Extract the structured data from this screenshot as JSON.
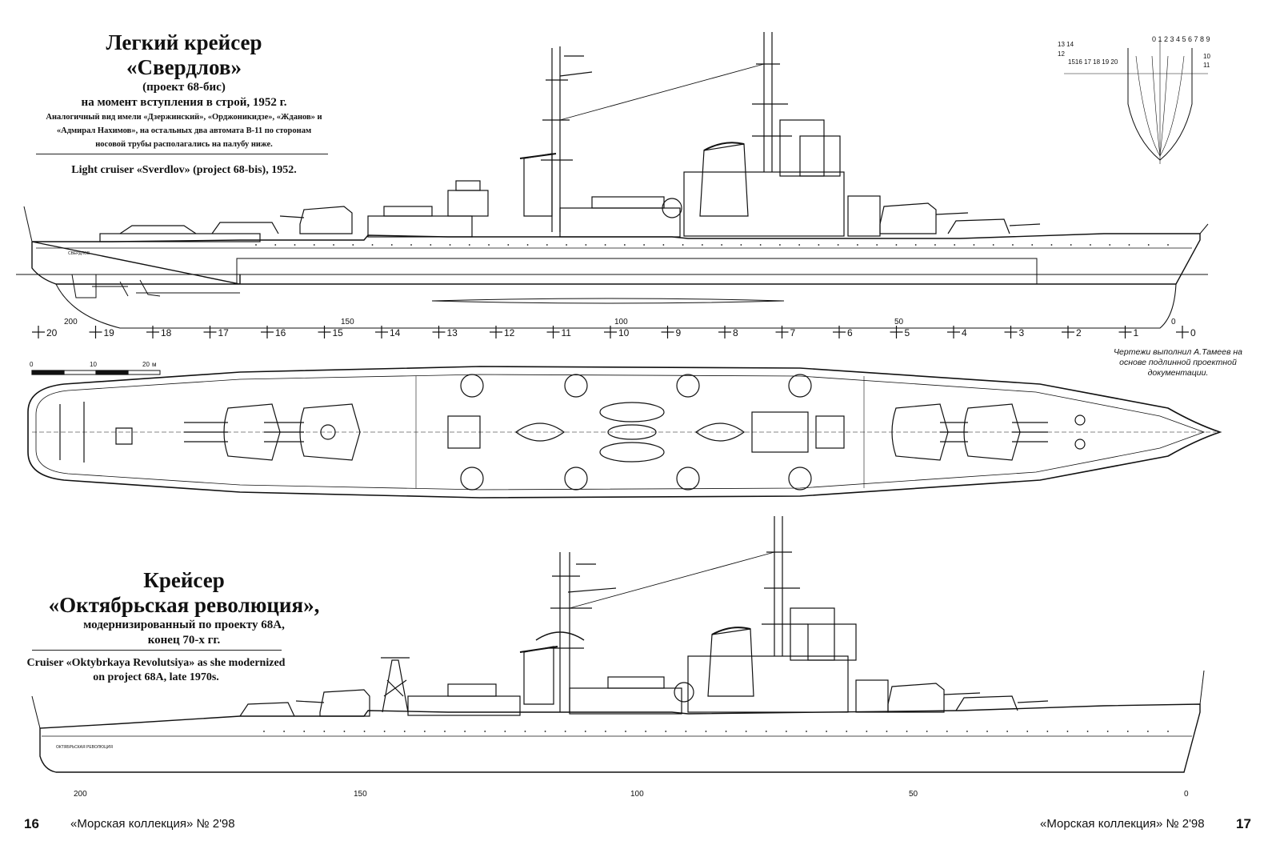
{
  "ship1": {
    "title_line1": "Легкий крейсер",
    "title_line2": "«Свердлов»",
    "subtitle_line1": "(проект 68-бис)",
    "subtitle_line2": "на момент вступления в строй, 1952 г.",
    "note_line1": "Аналогичный вид имели «Дзержинский», «Орджоникидзе», «Жданов» и",
    "note_line2": "«Адмирал Нахимов», на остальных два автомата В-11 по сторонам",
    "note_line3": "носовой трубы располагались на палубу ниже.",
    "english": "Light cruiser «Sverdlov» (project 68-bis), 1952.",
    "hull_name": "СВЕРДЛОВ"
  },
  "ship2": {
    "title_line1": "Крейсер",
    "title_line2": "«Октябрьская революция»,",
    "subtitle_line1": "модернизированный по проекту 68А,",
    "subtitle_line2": "конец 70-х гг.",
    "english_line1": "Cruiser «Oktybrkaya Revolutsiya» as she modernized",
    "english_line2": "on project 68A, late 1970s.",
    "hull_name": "ОКТЯБРЬСКАЯ РЕВОЛЮЦИЯ"
  },
  "credit": {
    "line1": "Чертежи выполнил А.Тамеев на",
    "line2": "основе подлинной проектной",
    "line3": "документации."
  },
  "hull_scale_top": [
    "200",
    "150",
    "100",
    "50",
    "0"
  ],
  "hull_scale_bottom": [
    "200",
    "150",
    "100",
    "50",
    "0"
  ],
  "frame_marks": [
    "20",
    "19",
    "18",
    "17",
    "16",
    "15",
    "14",
    "13",
    "12",
    "11",
    "10",
    "9",
    "8",
    "7",
    "6",
    "5",
    "4",
    "3",
    "2",
    "1",
    "0"
  ],
  "bar_scale": {
    "labels": [
      "0",
      "10",
      "20"
    ],
    "unit": "м"
  },
  "body_plan": {
    "top_numbers": "0 1 2 3 4 5 6 7 8 9",
    "left_top": "13 14",
    "left_mid": "12",
    "station_row": "1516 17 18 19 20",
    "right_10": "10",
    "right_11": "11"
  },
  "footer": {
    "left_page": "16",
    "left_title": "«Морская коллекция» № 2'98",
    "right_title": "«Морская коллекция» № 2'98",
    "right_page": "17"
  }
}
